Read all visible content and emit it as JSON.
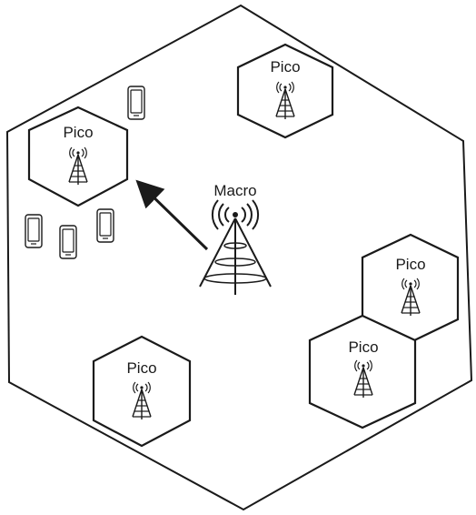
{
  "macro": {
    "label": "Macro",
    "icon": "macro-tower-icon"
  },
  "pico_cells": [
    {
      "label": "Pico",
      "icon": "pico-tower-icon"
    },
    {
      "label": "Pico",
      "icon": "pico-tower-icon"
    },
    {
      "label": "Pico",
      "icon": "pico-tower-icon"
    },
    {
      "label": "Pico",
      "icon": "pico-tower-icon"
    },
    {
      "label": "Pico",
      "icon": "pico-tower-icon"
    }
  ],
  "devices": [
    {
      "icon": "mobile-phone-icon"
    },
    {
      "icon": "mobile-phone-icon"
    },
    {
      "icon": "mobile-phone-icon"
    },
    {
      "icon": "mobile-phone-icon"
    }
  ],
  "arrow": {
    "icon": "arrow-icon"
  },
  "colors": {
    "stroke": "#1a1a1a",
    "background": "#ffffff"
  }
}
